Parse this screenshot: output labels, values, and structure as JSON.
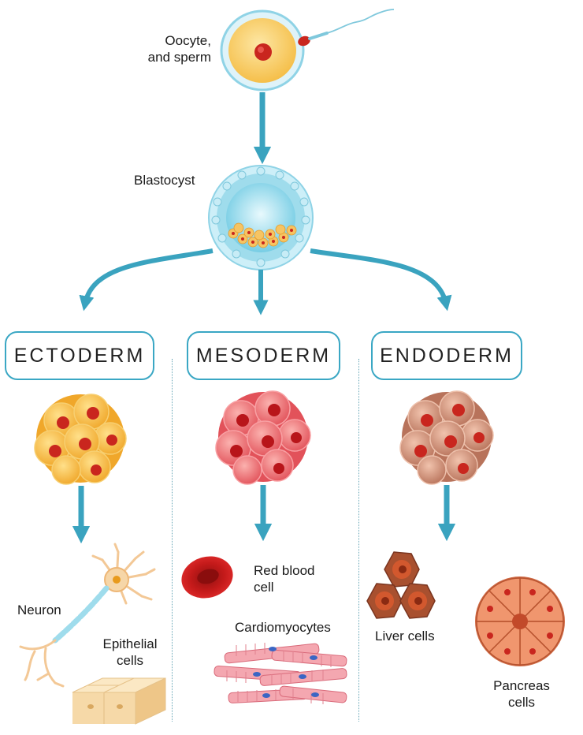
{
  "labels": {
    "oocyte": "Oocyte,\nand sperm",
    "blastocyst": "Blastocyst",
    "neuron": "Neuron",
    "epithelial": "Epithelial\ncells",
    "rbc": "Red blood\ncell",
    "cardio": "Cardiomyocytes",
    "liver": "Liver cells",
    "pancreas": "Pancreas\ncells"
  },
  "layers": {
    "ectoderm": "ECTODERM",
    "mesoderm": "MESODERM",
    "endoderm": "ENDODERM"
  },
  "colors": {
    "arrow": "#3aa3bf",
    "box_border": "#3aa7c4",
    "ectoderm": "#f5b52e",
    "mesoderm": "#ea6d72",
    "endoderm": "#c98670",
    "nucleus": "#c9261e"
  }
}
